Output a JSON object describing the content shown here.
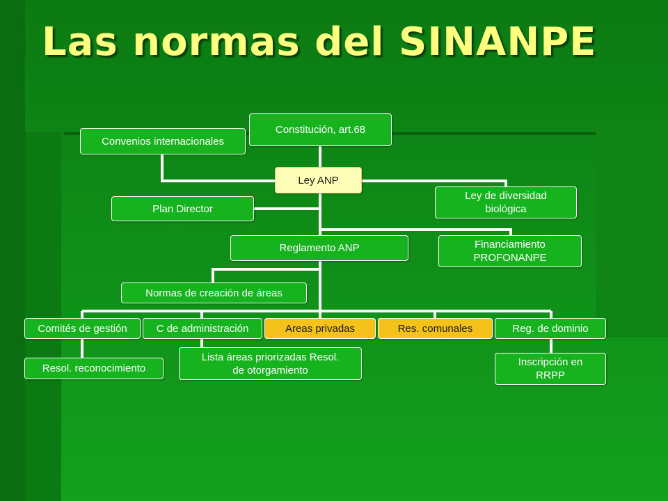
{
  "title": "Las normas del SINANPE",
  "nodes": {
    "constitucion": "Constitución, art.68",
    "convenios": "Convenios internacionales",
    "ley_anp": "Ley ANP",
    "plan_director": "Plan Director",
    "ley_diversidad": "Ley de diversidad biológica",
    "reglamento": "Reglamento ANP",
    "financiamiento": "Financiamiento PROFONANPE",
    "normas_creacion": "Normas de creación de áreas",
    "comites": "Comités de gestión",
    "c_admin": "C de administración",
    "areas_privadas": "Areas privadas",
    "res_comunales": "Res. comunales",
    "reg_dominio": "Reg. de dominio",
    "resol_reconocimiento": "Resol. reconocimiento",
    "lista_areas": "Lista áreas priorizadas Resol. de otorgamiento",
    "inscripcion": "Inscripción en RRPP"
  },
  "colors": {
    "background": "#0f8a17",
    "title": "#ffff80",
    "node": "#17b31f",
    "node_highlight": "#f4c21b",
    "node_light": "#ffffb8",
    "connector": "#ffffff"
  }
}
